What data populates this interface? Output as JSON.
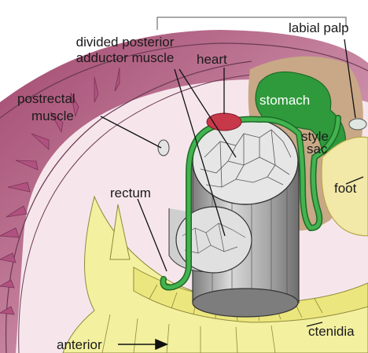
{
  "labels": {
    "labial_palp": "labial palp",
    "divided_posterior_adductor_line1": "divided posterior",
    "divided_posterior_adductor_line2": "adductor muscle",
    "heart": "heart",
    "postrectal_line1": "postrectal",
    "postrectal_line2": "muscle",
    "stomach": "stomach",
    "style_sac_line1": "style",
    "style_sac_line2": "sac",
    "foot": "foot",
    "rectum": "rectum",
    "anterior": "anterior",
    "ctenidia": "ctenidia"
  },
  "colors": {
    "mantle": "#c98aa8",
    "mantle_inner": "#f4e4ea",
    "shell_spines": "#b0527f",
    "gut": "#2e9a3a",
    "stomach": "#2f9a3c",
    "heart": "#c7384a",
    "digestive_gland": "#c9a98a",
    "foot": "#f2e8a8",
    "ctenidia": "#f3f0a0",
    "muscle_block": "#b5b5b5"
  }
}
